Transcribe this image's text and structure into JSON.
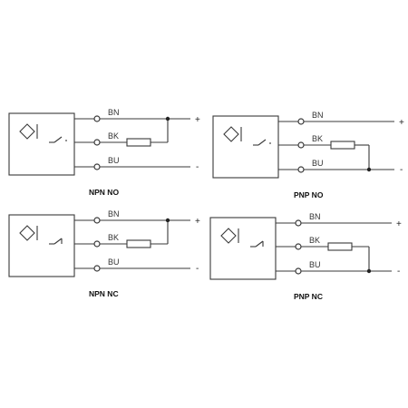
{
  "diagrams": [
    {
      "caption": "NPN NO",
      "wires": [
        "BN",
        "BK",
        "BU"
      ],
      "plus": "+",
      "minus": "-",
      "contact": "no",
      "load_to": "plus"
    },
    {
      "caption": "PNP NO",
      "wires": [
        "BN",
        "BK",
        "BU"
      ],
      "plus": "+",
      "minus": "-",
      "contact": "no",
      "load_to": "minus"
    },
    {
      "caption": "NPN NC",
      "wires": [
        "BN",
        "BK",
        "BU"
      ],
      "plus": "+",
      "minus": "-",
      "contact": "nc",
      "load_to": "plus"
    },
    {
      "caption": "PNP NC",
      "wires": [
        "BN",
        "BK",
        "BU"
      ],
      "plus": "+",
      "minus": "-",
      "contact": "nc",
      "load_to": "minus"
    }
  ],
  "colors": {
    "line": "#3a3a3a",
    "text": "#333333"
  },
  "icons": {
    "sensor": "inductive-sensor-icon",
    "switch": "switch-contact-icon",
    "resistor": "load-resistor-icon"
  }
}
